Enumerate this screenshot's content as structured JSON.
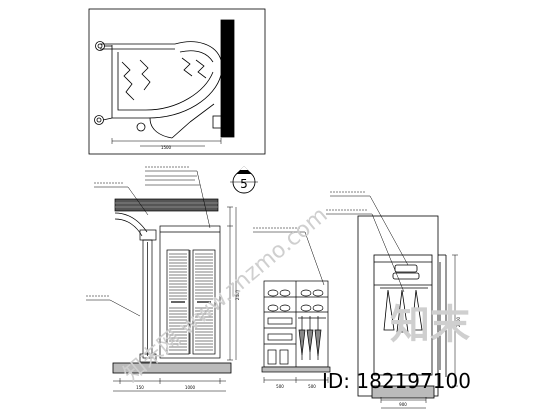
{
  "plan": {
    "dim_bottom": "1500"
  },
  "section_marker": {
    "number": "5"
  },
  "front_elevation": {
    "dim_bottom_left": "150",
    "dim_bottom_right": "1000",
    "dim_right_total": "2400"
  },
  "side_cabinet": {
    "dim_bottom_left": "500",
    "dim_bottom_right": "500"
  },
  "wardrobe_elevation": {
    "dim_bottom": "900",
    "dim_right": "2400"
  },
  "watermark": {
    "logo_text": "知末",
    "site_text": "知末网 www.znzmo.com",
    "id_text": "ID: 182197100"
  }
}
